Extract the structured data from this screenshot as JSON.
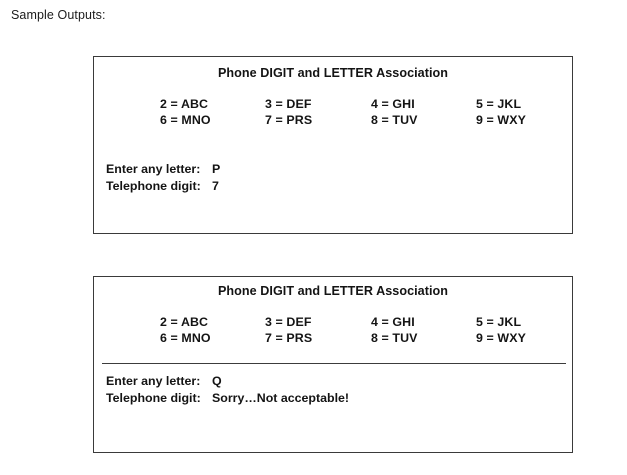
{
  "page": {
    "heading": "Sample Outputs:"
  },
  "outputs": [
    {
      "title": "Phone DIGIT and LETTER Association",
      "has_divider": false,
      "keypad": [
        {
          "digit": "2",
          "letters": "ABC",
          "text": "2 = ABC"
        },
        {
          "digit": "3",
          "letters": "DEF",
          "text": "3 = DEF"
        },
        {
          "digit": "4",
          "letters": "GHI",
          "text": "4 = GHI"
        },
        {
          "digit": "5",
          "letters": "JKL",
          "text": "5 = JKL"
        },
        {
          "digit": "6",
          "letters": "MNO",
          "text": "6 = MNO"
        },
        {
          "digit": "7",
          "letters": "PRS",
          "text": "7 = PRS"
        },
        {
          "digit": "8",
          "letters": "TUV",
          "text": "8 = TUV"
        },
        {
          "digit": "9",
          "letters": "WXY",
          "text": "9 = WXY"
        }
      ],
      "prompt_label": "Enter any letter:",
      "prompt_value": "P",
      "result_label": "Telephone digit:",
      "result_value": "7"
    },
    {
      "title": "Phone DIGIT and LETTER Association",
      "has_divider": true,
      "keypad": [
        {
          "digit": "2",
          "letters": "ABC",
          "text": "2 = ABC"
        },
        {
          "digit": "3",
          "letters": "DEF",
          "text": "3 = DEF"
        },
        {
          "digit": "4",
          "letters": "GHI",
          "text": "4 = GHI"
        },
        {
          "digit": "5",
          "letters": "JKL",
          "text": "5 = JKL"
        },
        {
          "digit": "6",
          "letters": "MNO",
          "text": "6 = MNO"
        },
        {
          "digit": "7",
          "letters": "PRS",
          "text": "7 = PRS"
        },
        {
          "digit": "8",
          "letters": "TUV",
          "text": "8 = TUV"
        },
        {
          "digit": "9",
          "letters": "WXY",
          "text": "9 = WXY"
        }
      ],
      "prompt_label": "Enter any letter:",
      "prompt_value": "Q",
      "result_label": "Telephone digit:",
      "result_value": "Sorry…Not acceptable!"
    }
  ],
  "colors": {
    "text": "#141414",
    "border": "#3a3a3a",
    "background": "#ffffff"
  }
}
